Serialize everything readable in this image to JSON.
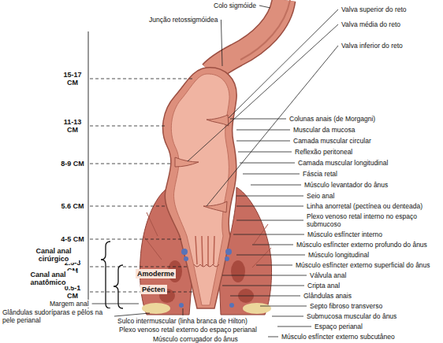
{
  "diagram": {
    "labels": [
      "Colo sigmóide",
      "Junção retossigmóidea",
      "Valva superior do reto",
      "Valva média do reto",
      "Valva inferior do reto",
      "15-17 CM",
      "11-13 CM",
      "8-9 CM",
      "5.6 CM",
      "4-5 CM",
      "2.5-3 CM",
      "0.5-1 CM",
      "Canal anal cirúrgico",
      "Canal anal anatômico",
      "Amoderme",
      "Pécten",
      "Margem anal",
      "Glândulas sudoríparas e pêlos na pele perianal",
      "Sulco intermuscular (linha branca de Hilton)",
      "Plexo venoso retal externo do espaço perianal",
      "Músculo corrugador do ânus",
      "Colunas anais (de Morgagni)",
      "Muscular da mucosa",
      "Camada muscular circular",
      "Reflexão peritoneal",
      "Camada muscular longitudinal",
      "Fáscia retal",
      "Músculo levantador do ânus",
      "Seio anal",
      "Linha anorretal (pectínea ou denteada)",
      "Plexo venoso retal interno no espaço submucoso",
      "Músculo esfíncter interno",
      "Músculo esfíncter externo profundo do ânus",
      "Músculo longitudinal",
      "Músculo esfíncter externo superficial do ânus",
      "Válvula anal",
      "Cripta anal",
      "Glândulas anais",
      "Septo fibroso transverso",
      "Submucosa muscular do ânus",
      "Espaço perianal",
      "Músculo esfíncter externo subcutâneo"
    ]
  }
}
